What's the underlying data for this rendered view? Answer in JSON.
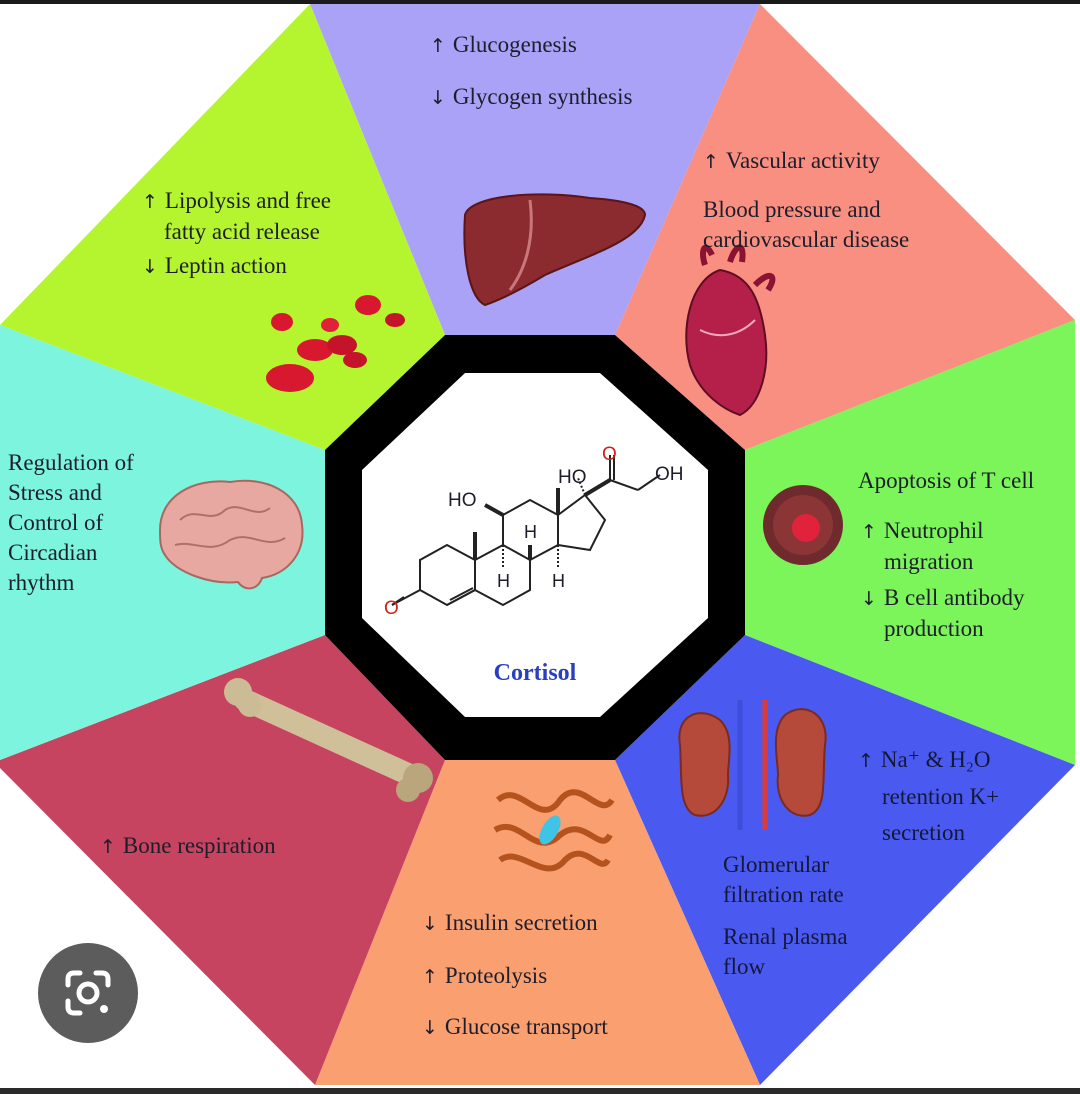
{
  "center": {
    "title": "Cortisol",
    "labels": {
      "ho1": "HO",
      "ho2": "HO",
      "oh": "OH",
      "o_top": "O",
      "o_left": "O",
      "h1": "H",
      "h2": "H",
      "h3": "H"
    }
  },
  "segments": {
    "top": {
      "lines": [
        {
          "arrow": "up",
          "text": "Glucogenesis"
        },
        {
          "arrow": "down",
          "text": "Glycogen synthesis"
        }
      ],
      "color": "#a9a2f7"
    },
    "top_right": {
      "lines": [
        {
          "arrow": "up",
          "text": "Vascular activity"
        },
        {
          "arrow": "",
          "text": "Blood pressure and"
        },
        {
          "arrow": "",
          "text": "cardiovascular disease"
        }
      ],
      "color": "#f98f80"
    },
    "right": {
      "lines": [
        {
          "arrow": "",
          "text": "Apoptosis of T cell"
        },
        {
          "arrow": "up",
          "text": "Neutrophil"
        },
        {
          "arrow": "",
          "text": "migration"
        },
        {
          "arrow": "down",
          "text": "B cell antibody"
        },
        {
          "arrow": "",
          "text": "production"
        }
      ],
      "color": "#7bf55a"
    },
    "bottom_right": {
      "lines": [
        {
          "arrow": "up",
          "text": "Na⁺ & H₂O"
        },
        {
          "arrow": "",
          "text": "retention K+"
        },
        {
          "arrow": "",
          "text": "secretion"
        },
        {
          "arrow": "",
          "text": "Glomerular"
        },
        {
          "arrow": "",
          "text": "filtration rate"
        },
        {
          "arrow": "",
          "text": "Renal plasma"
        },
        {
          "arrow": "",
          "text": "flow"
        }
      ],
      "color": "#4a5af0"
    },
    "bottom": {
      "lines": [
        {
          "arrow": "down",
          "text": "Insulin secretion"
        },
        {
          "arrow": "up",
          "text": "Proteolysis"
        },
        {
          "arrow": "down",
          "text": "Glucose transport"
        }
      ],
      "color": "#f99f70"
    },
    "bottom_left": {
      "lines": [
        {
          "arrow": "up",
          "text": "Bone respiration"
        }
      ],
      "color": "#c6445f"
    },
    "left": {
      "lines": [
        {
          "arrow": "",
          "text": "Regulation of"
        },
        {
          "arrow": "",
          "text": "Stress and"
        },
        {
          "arrow": "",
          "text": "Control of"
        },
        {
          "arrow": "",
          "text": "Circadian"
        },
        {
          "arrow": "",
          "text": "rhythm"
        }
      ],
      "color": "#7df4de"
    },
    "top_left": {
      "lines": [
        {
          "arrow": "up",
          "text": "Lipolysis and free"
        },
        {
          "arrow": "",
          "text": "fatty acid release"
        },
        {
          "arrow": "down",
          "text": "Leptin action"
        }
      ],
      "color": "#b5f52f"
    }
  },
  "icons": [
    "liver-icon",
    "heart-icon",
    "t-cell-icon",
    "kidney-icon",
    "protein-icon",
    "bone-icon",
    "brain-icon",
    "red-blood-cells-icon",
    "google-lens-icon"
  ]
}
